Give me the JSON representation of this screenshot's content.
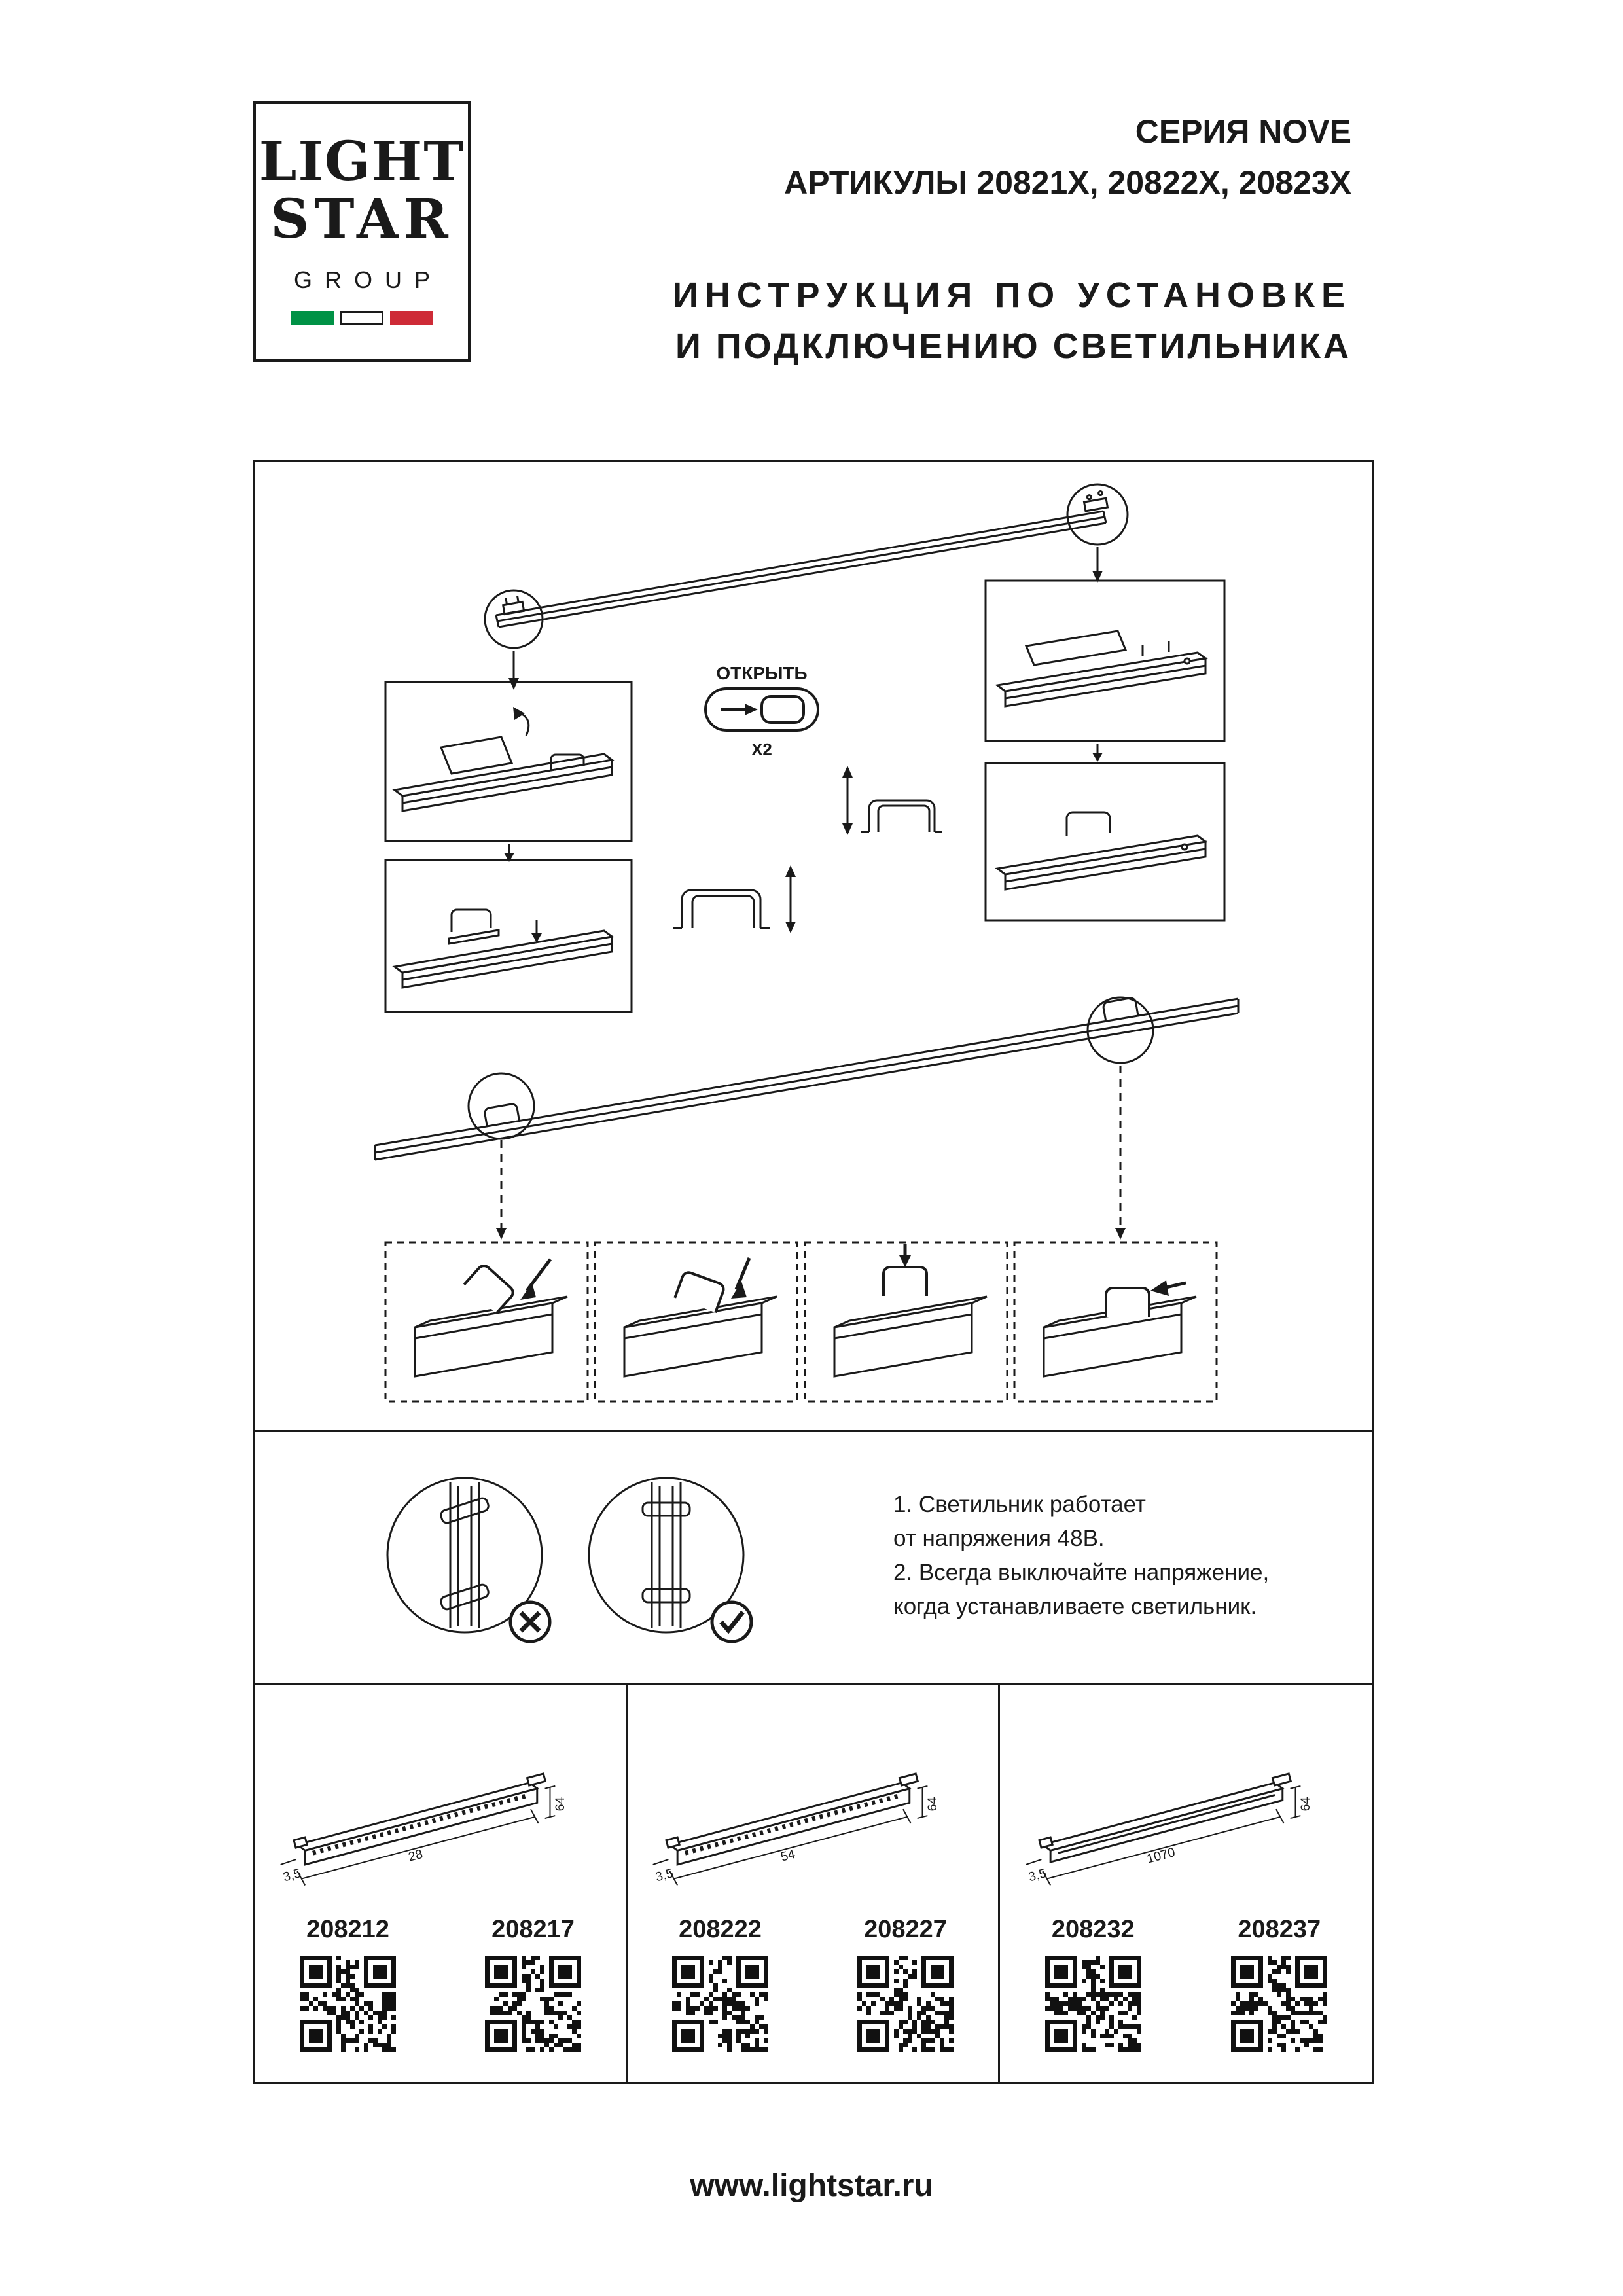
{
  "logo": {
    "line1": "LIGHT",
    "line2": "STAR",
    "line3": "GROUP"
  },
  "header": {
    "series": "СЕРИЯ NOVE",
    "articles": "АРТИКУЛЫ 20821X, 20822X, 20823X",
    "instruction_line1": "ИНСТРУКЦИЯ ПО УСТАНОВКЕ",
    "instruction_line2": "И ПОДКЛЮЧЕНИЮ СВЕТИЛЬНИКА"
  },
  "diagram": {
    "open_label": "ОТКРЫТЬ",
    "open_count": "X2"
  },
  "notes": {
    "line1": "1. Светильник работает",
    "line2": "от напряжения 48В.",
    "line3": "2. Всегда выключайте напряжение,",
    "line4": "когда устанавливаете светильник."
  },
  "products": [
    {
      "dim_depth": "3,5",
      "dim_length": "28",
      "dim_height": "64",
      "codes": [
        "208212",
        "208217"
      ]
    },
    {
      "dim_depth": "3,5",
      "dim_length": "54",
      "dim_height": "64",
      "codes": [
        "208222",
        "208227"
      ]
    },
    {
      "dim_depth": "3,5",
      "dim_length": "1070",
      "dim_height": "64",
      "codes": [
        "208232",
        "208237"
      ]
    }
  ],
  "footer": {
    "url": "www.lightstar.ru"
  },
  "colors": {
    "ink": "#1a1a1a",
    "flag_green": "#009246",
    "flag_red": "#CE2B37"
  }
}
